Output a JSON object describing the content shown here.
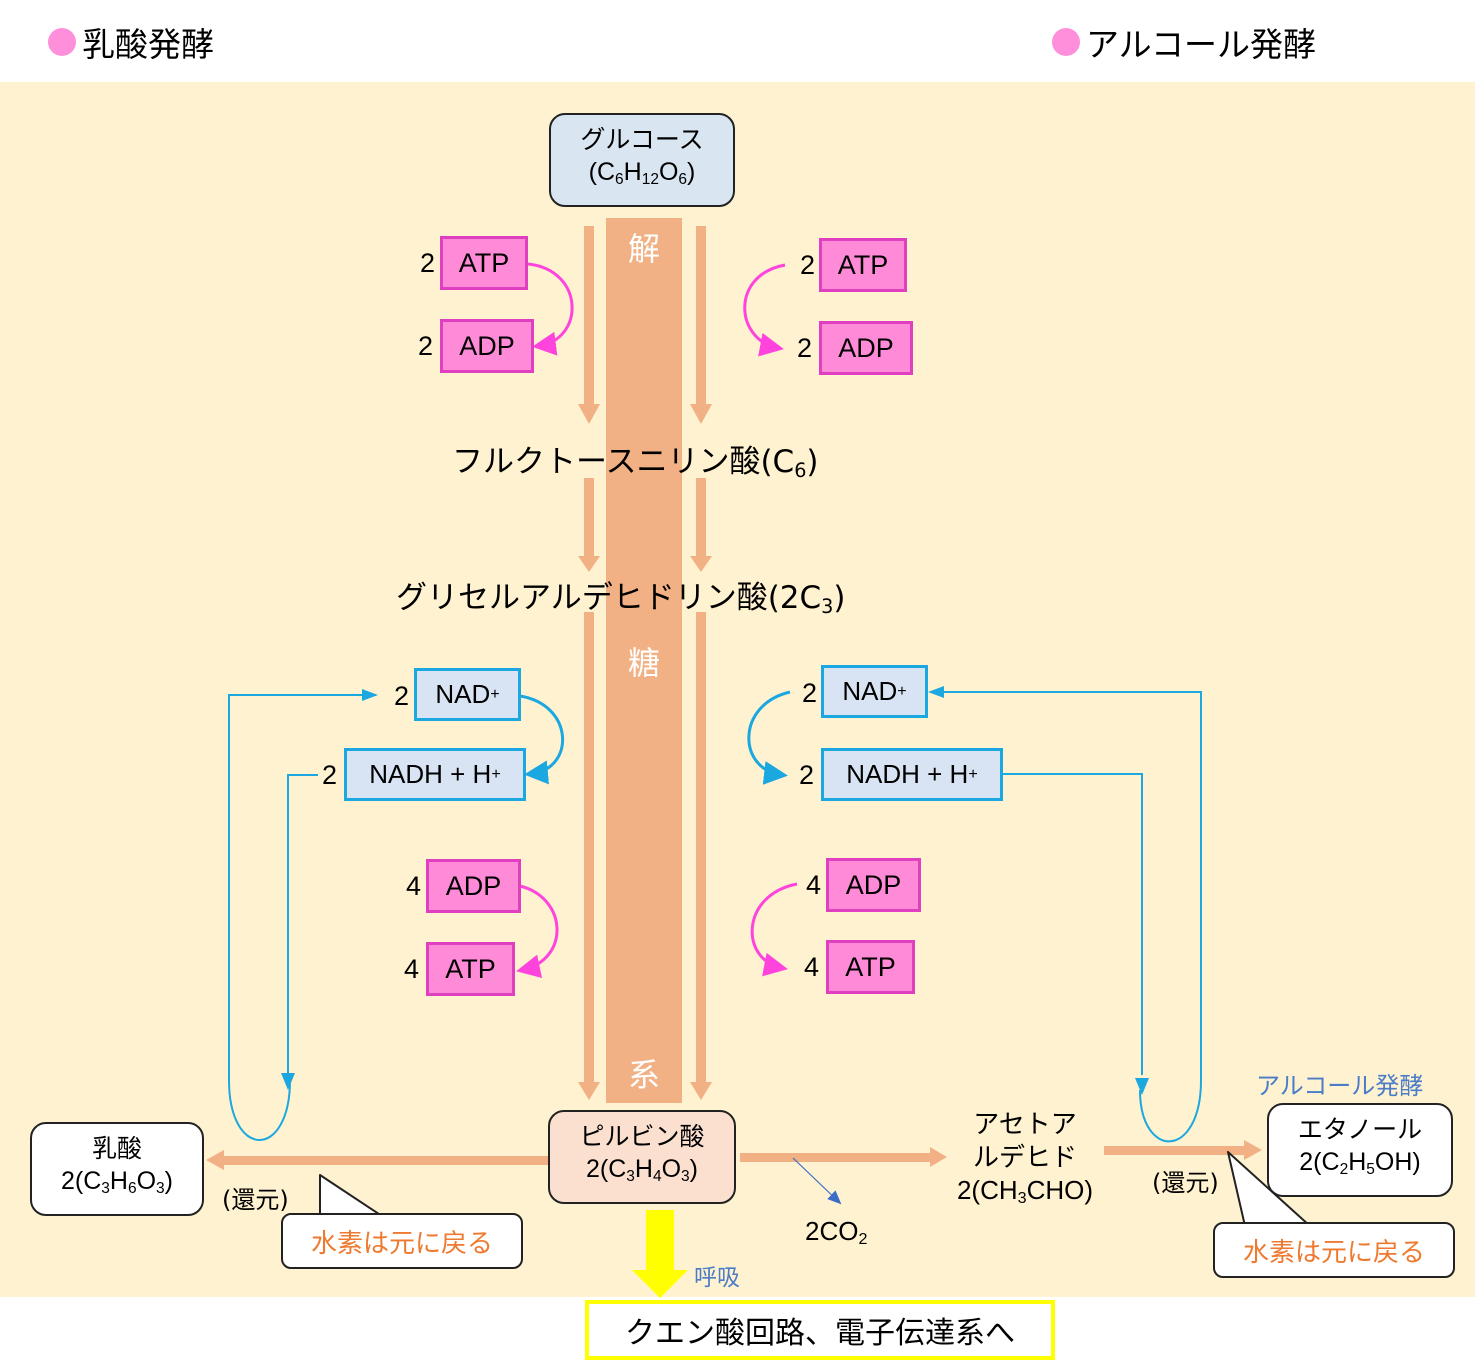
{
  "headings": {
    "lactic": "乳酸発酵",
    "alcohol": "アルコール発酵"
  },
  "colors": {
    "panel_bg": "#fff2d0",
    "glycolysis_column": "#f2b184",
    "atp_box": "#ff8ad8",
    "atp_arrow": "#ff44dd",
    "nad_box": "#d8e3f3",
    "nad_arrow": "#1ba8e0",
    "respiration_arrow": "#ffff00",
    "bubble_text": "#ee7a30",
    "blue_label": "#4a7cc8"
  },
  "glucose": {
    "name": "グルコース",
    "formula_prefix": "(C",
    "c": "6",
    "h_lbl": "H",
    "h": "12",
    "o_lbl": "O",
    "o": "6",
    "suffix": ")"
  },
  "glycolysis": {
    "chars": [
      "解",
      "糖",
      "系"
    ],
    "label": "解糖系"
  },
  "intermediates": {
    "fructose": {
      "name": "フルクトースニリン酸(C",
      "sub": "6",
      "suffix": ")"
    },
    "glyceraldehyde": {
      "name": "グリセルアルデヒドリン酸(2C",
      "sub": "3",
      "suffix": ")"
    }
  },
  "left": {
    "atp_top": {
      "coef": "2",
      "label": "ATP"
    },
    "adp_top": {
      "coef": "2",
      "label": "ADP"
    },
    "nad": {
      "coef": "2",
      "label": "NAD",
      "sup": "+"
    },
    "nadh": {
      "coef": "2",
      "label": "NADH + H",
      "sup": "+"
    },
    "adp_bottom": {
      "coef": "4",
      "label": "ADP"
    },
    "atp_bottom": {
      "coef": "4",
      "label": "ATP"
    },
    "product": {
      "name": "乳酸",
      "prefix": "2(C",
      "c": "3",
      "h": "6",
      "o": "3"
    },
    "reduction": "(還元)",
    "bubble": "水素は元に戻る"
  },
  "right": {
    "atp_top": {
      "coef": "2",
      "label": "ATP"
    },
    "adp_top": {
      "coef": "2",
      "label": "ADP"
    },
    "nad": {
      "coef": "2",
      "label": "NAD",
      "sup": "+"
    },
    "nadh": {
      "coef": "2",
      "label": "NADH + H",
      "sup": "+"
    },
    "adp_bottom": {
      "coef": "4",
      "label": "ADP"
    },
    "atp_bottom": {
      "coef": "4",
      "label": "ATP"
    },
    "acetaldehyde": {
      "line1": "アセトア",
      "line2": "ルデヒド",
      "prefix": "2(CH",
      "sub": "3",
      "suffix": "CHO)"
    },
    "co2": {
      "prefix": "2CO",
      "sub": "2"
    },
    "alcohol_label": "アルコール発酵",
    "product": {
      "name": "エタノール",
      "prefix": "2(C",
      "c": "2",
      "h": "5",
      "suffix": "OH)"
    },
    "reduction": "(還元)",
    "bubble": "水素は元に戻る"
  },
  "pyruvate": {
    "name": "ピルビン酸",
    "prefix": "2(C",
    "c": "3",
    "h": "4",
    "o": "3"
  },
  "respiration": {
    "label": "呼吸",
    "destination": "クエン酸回路、電子伝達系へ"
  }
}
